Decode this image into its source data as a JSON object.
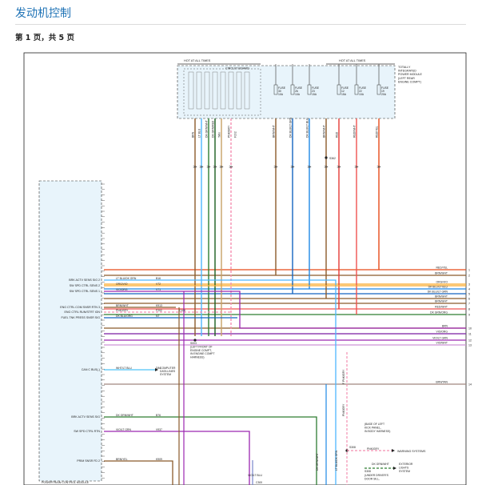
{
  "header": {
    "title": "发动机控制",
    "page_indicator": "第 1 页，共 5 页"
  },
  "diagram": {
    "hot_left": "HOT AT ALL TIMES",
    "hot_right": "HOT AT ALL TIMES",
    "circuit_board": "CIRCUIT BOARD",
    "tipm": [
      "TOTALLY",
      "INTEGRATED",
      "POWER MODULE",
      "(LEFT REAR",
      "ENGINE COMPT)"
    ],
    "fuses": [
      {
        "a": "FUSE",
        "b": "30",
        "c": "10A"
      },
      {
        "a": "FUSE",
        "b": "26",
        "c": "10A"
      },
      {
        "a": "FUSE",
        "b": "23",
        "c": "15A"
      },
      {
        "a": "FUSE",
        "b": "12",
        "c": "15A"
      },
      {
        "a": "FUSE",
        "b": "22",
        "c": "10A"
      },
      {
        "a": "FUSE",
        "b": "19",
        "c": "20A"
      }
    ],
    "top_wires": [
      "BRN",
      "LT BLU",
      "DK GRN/WHT",
      "DK GRN/RED",
      "TAN",
      "PNK/GRY",
      "F202",
      "BRN/WHT",
      "DK BLU/LT GRN",
      "DK BLU/LT BLU",
      "BRN/WHT",
      "RED",
      "RED/WHT",
      "RED/YEL"
    ],
    "s362": "S362",
    "pcm_name": "POWERTRAIN CONTROL MODULE",
    "pcm_pins": [
      "BRK ACTV SENS SIG 2",
      "SW SPD CTRL SENS 2",
      "SW SPD CTRL SENS 1",
      "ENG CTRL COM SNSR RTN 3",
      "ENG CTRL RUN/STRT IGN",
      "FUEL TNK PRESS SNSR SIG",
      "CAN C BUS(-)",
      "BRK ACTV SENS SIG",
      "SW SPD CTRL RTN",
      "PRIM SNSR FD 2"
    ],
    "mid_wires": [
      {
        "color": "LT BLU/DK GRN",
        "ckt": "B16"
      },
      {
        "color": "ORG/VIO",
        "ckt": "V72"
      },
      {
        "color": "VIO/ORG",
        "ckt": "V71"
      },
      {
        "color": "BRN/WHT",
        "ckt": "K913"
      },
      {
        "color": "PNK/GRY",
        "ckt": "F202"
      },
      {
        "color": "DK BLU/ORG",
        "ckt": "N7"
      },
      {
        "color": "WHT/LT BLU",
        "ckt": "D84"
      },
      {
        "color": "DK GRN/WHT",
        "ckt": "B76"
      },
      {
        "color": "VIO/LT GRN",
        "ckt": "V937"
      },
      {
        "color": "BRN/YEL",
        "ckt": "K909"
      }
    ],
    "c100": "C100",
    "can_target": [
      "COMPUTER",
      "DATA LINES",
      "SYSTEM"
    ],
    "s003": [
      "S003",
      "(LEFT FRONT OF",
      "ENGINE COMPT,",
      "IN ENGINE COMPT",
      "HARNESS)"
    ],
    "right_wires": [
      {
        "label": "RED/YEL",
        "pin": "1"
      },
      {
        "label": "BRN/WHT",
        "pin": "2"
      },
      {
        "label": "ORG/VIO",
        "pin": "3"
      },
      {
        "label": "DK BLU/LT BLU",
        "pin": "4"
      },
      {
        "label": "DK BLU/LT GRN",
        "pin": "5"
      },
      {
        "label": "BRN/WHT",
        "pin": "6"
      },
      {
        "label": "BRN/WHT",
        "pin": "7"
      },
      {
        "label": "RED/WHT",
        "pin": "8"
      },
      {
        "label": "DK GRN/ORG",
        "pin": "9"
      },
      {
        "label": "BRN",
        "pin": "10"
      },
      {
        "label": "VIO/ORG",
        "pin": "11"
      },
      {
        "label": "VIO/LT GRN",
        "pin": "12"
      },
      {
        "label": "VIO/WHT",
        "pin": "13"
      },
      {
        "label": "BRN/TAN",
        "pin": "14"
      }
    ],
    "lower_labels": {
      "f_pnk": "F PNK/GRY",
      "pnk_gry": "PNK/GRY",
      "dk_grn_wht": "DK GRN/WHT",
      "lt_blu_dk_grn": "LT BLU/DK GRN"
    },
    "kick_note": [
      "(BASE OF LEFT",
      "KICK PANEL,",
      "IN BODY HARNESS)"
    ],
    "s308": "S308",
    "pnk_gry_out": "PNK/GRY",
    "warning_systems": "WARNING SYSTEMS",
    "dk_grn_wht_out": "DK GRN/WHT",
    "exterior": [
      "EXTERIOR",
      "LIGHTS",
      "SYSTEM"
    ],
    "s308b": "S308",
    "under_driver": [
      "(UNDER DRIVER'S",
      "DOOR SILL,"
    ],
    "vio_lt_blu": "VIO/LT BLU",
    "c300": "C300"
  }
}
